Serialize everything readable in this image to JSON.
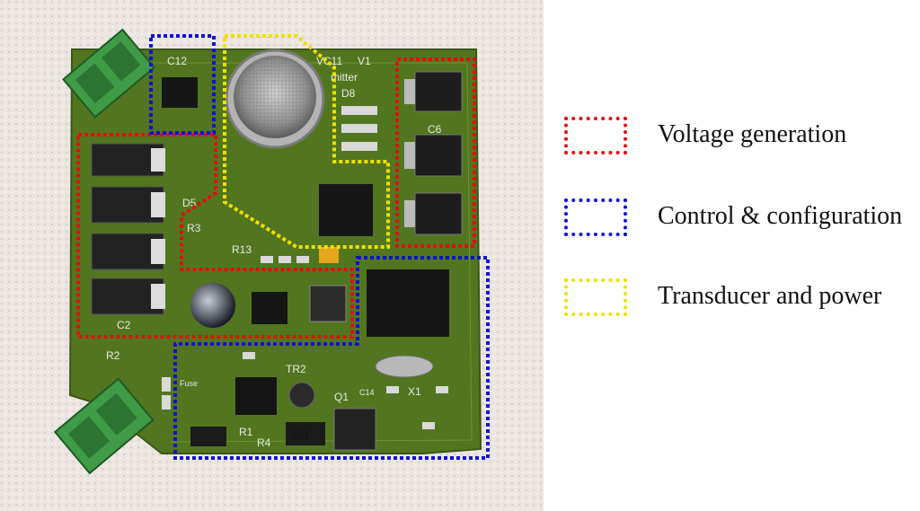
{
  "figure": {
    "legend": [
      {
        "label": "Voltage generation",
        "color": "#e01010"
      },
      {
        "label": "Control & configuration",
        "color": "#1010d8"
      },
      {
        "label": "Transducer and power",
        "color": "#f0e000"
      }
    ],
    "board_text": {
      "c12": "C12",
      "vc11": "VC11",
      "v1": "V1",
      "mitter": "mitter",
      "d8": "D8",
      "c6": "C6",
      "c2": "C2",
      "r13": "R13",
      "tr2": "TR2",
      "q1": "Q1",
      "r1": "R1",
      "r4": "R4",
      "x1": "X1",
      "c14": "C14",
      "z01": "Z01",
      "fuse": "Fuse",
      "r3": "R3",
      "d5": "D5",
      "r2": "R2"
    }
  }
}
